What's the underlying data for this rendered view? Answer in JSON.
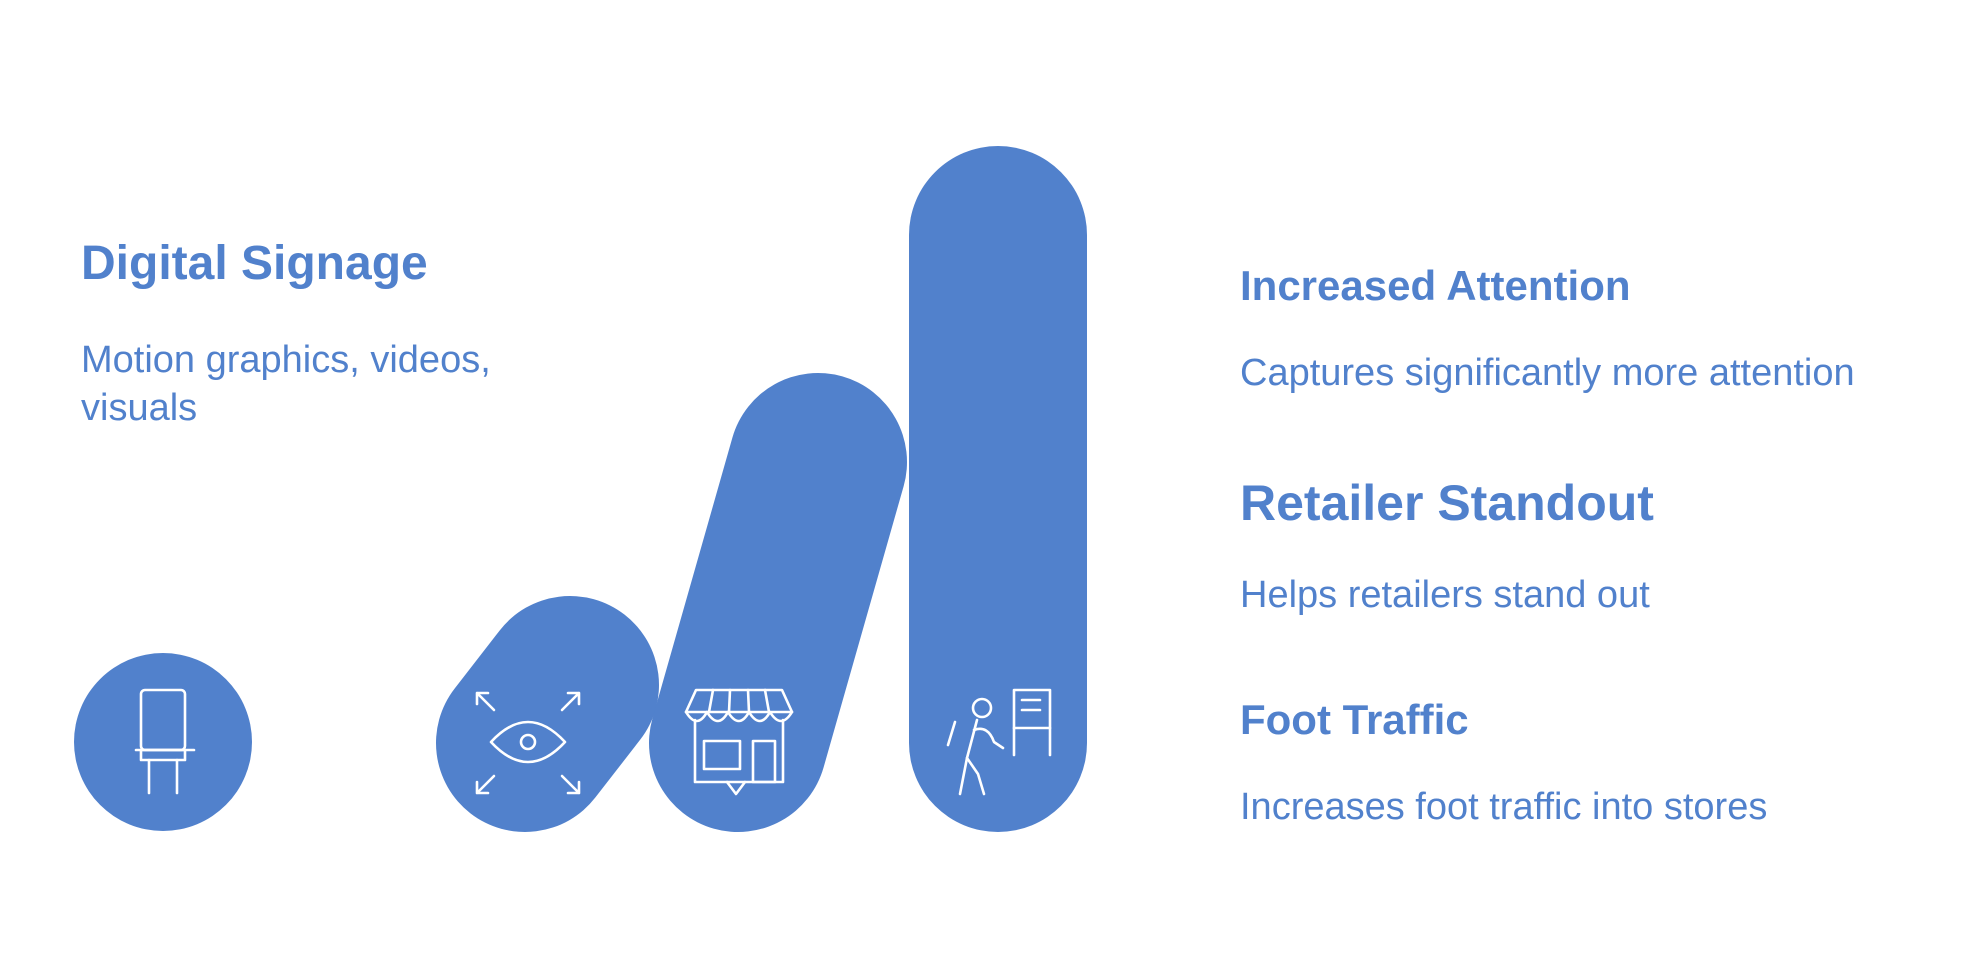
{
  "left_panel": {
    "title": "Digital Signage",
    "description": "Motion graphics, videos, visuals"
  },
  "benefits": [
    {
      "title": "Increased Attention",
      "description": "Captures significantly more attention"
    },
    {
      "title": "Retailer Standout",
      "description": "Helps retailers stand out"
    },
    {
      "title": "Foot Traffic",
      "description": "Increases foot traffic into stores"
    }
  ],
  "icons": {
    "stage_1": "digital-sign-icon",
    "stage_2": "eye-focus-icon",
    "stage_3": "storefront-icon",
    "stage_4": "person-walking-to-sign-icon"
  },
  "colors": {
    "accent": "#5181cc",
    "icon_stroke": "#ffffff",
    "background": "#ffffff"
  }
}
